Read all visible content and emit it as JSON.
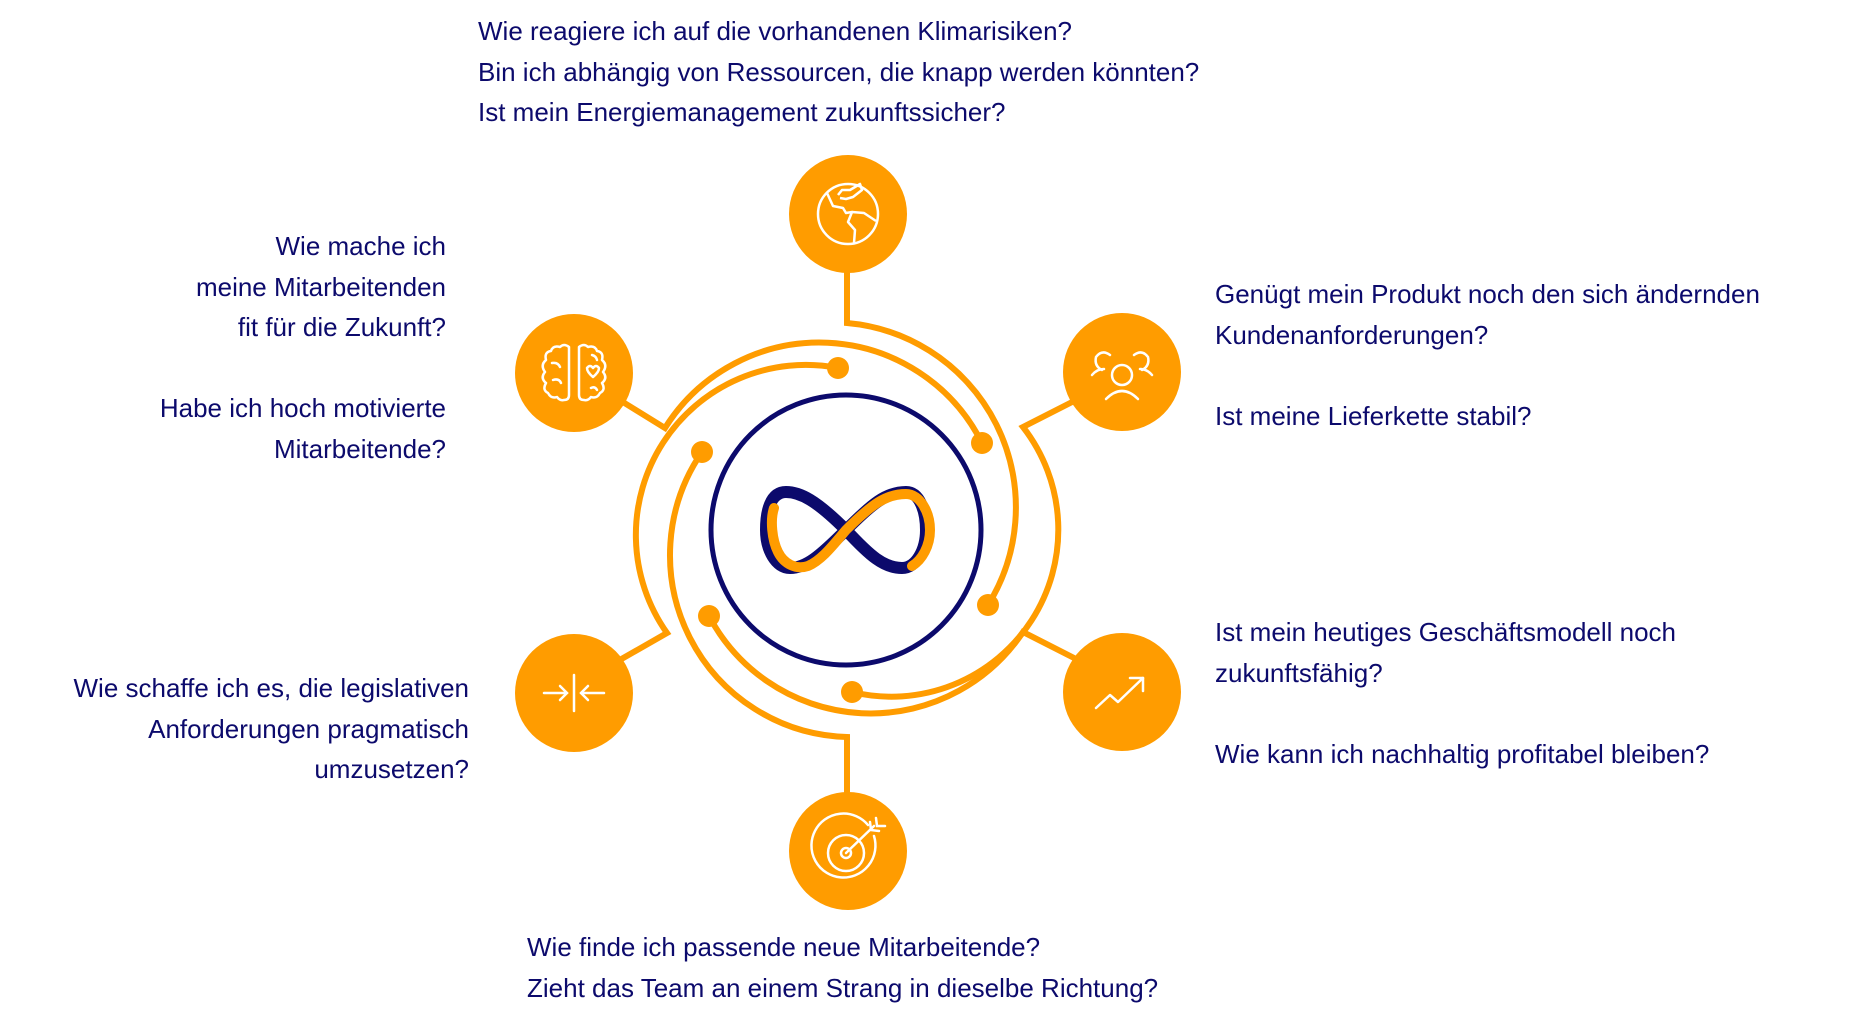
{
  "colors": {
    "accent": "#ff9c00",
    "navy": "#0c0a6c",
    "icon": "#ffffff"
  },
  "questions": {
    "environment": {
      "icon": "globe-icon",
      "lines": [
        "Wie reagiere ich auf die vorhandenen Klimarisiken?",
        "Bin ich abhängig von Ressourcen, die knapp werden könnten?",
        "Ist mein Energiemanagement zukunftssicher?"
      ]
    },
    "employees": {
      "icon": "brain-icon",
      "lines": [
        "Wie mache ich",
        "meine Mitarbeitenden",
        "fit für die Zukunft?"
      ],
      "lines2": [
        "Habe ich hoch motivierte",
        "Mitarbeitende?"
      ]
    },
    "customers": {
      "icon": "people-icon",
      "lines": [
        "Genügt mein Produkt noch den sich ändernden",
        "Kundenanforderungen?"
      ],
      "lines2": [
        "Ist meine Lieferkette stabil?"
      ]
    },
    "legislation": {
      "icon": "arrows-converge-icon",
      "lines": [
        "Wie schaffe ich es, die legislativen",
        "Anforderungen pragmatisch",
        "umzusetzen?"
      ]
    },
    "business": {
      "icon": "trending-up-icon",
      "lines": [
        "Ist mein heutiges Geschäftsmodell noch",
        "zukunftsfähig?"
      ],
      "lines2": [
        "Wie kann ich nachhaltig profitabel bleiben?"
      ]
    },
    "team": {
      "icon": "target-icon",
      "lines": [
        "Wie finde ich passende neue Mitarbeitende?",
        "Zieht das Team an einem Strang in dieselbe Richtung?"
      ]
    }
  },
  "center": {
    "icon": "infinity-icon"
  }
}
